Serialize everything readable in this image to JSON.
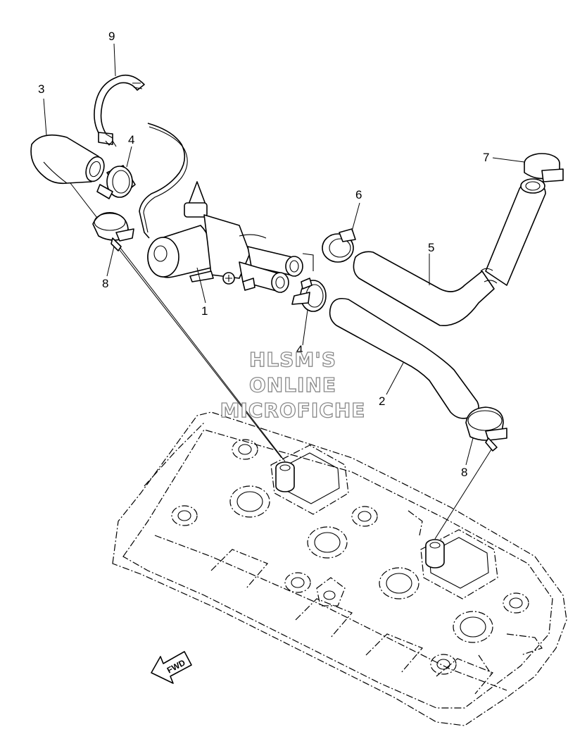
{
  "callouts": {
    "c1": "1",
    "c2": "2",
    "c3": "3",
    "c4a": "4",
    "c4b": "4",
    "c5": "5",
    "c6": "6",
    "c7": "7",
    "c8a": "8",
    "c8b": "8",
    "c9": "9"
  },
  "watermark": {
    "line1": "HLSM'S",
    "line2": "ONLINE",
    "line3": "MICROFICHE"
  },
  "fwd_label": "FWD"
}
